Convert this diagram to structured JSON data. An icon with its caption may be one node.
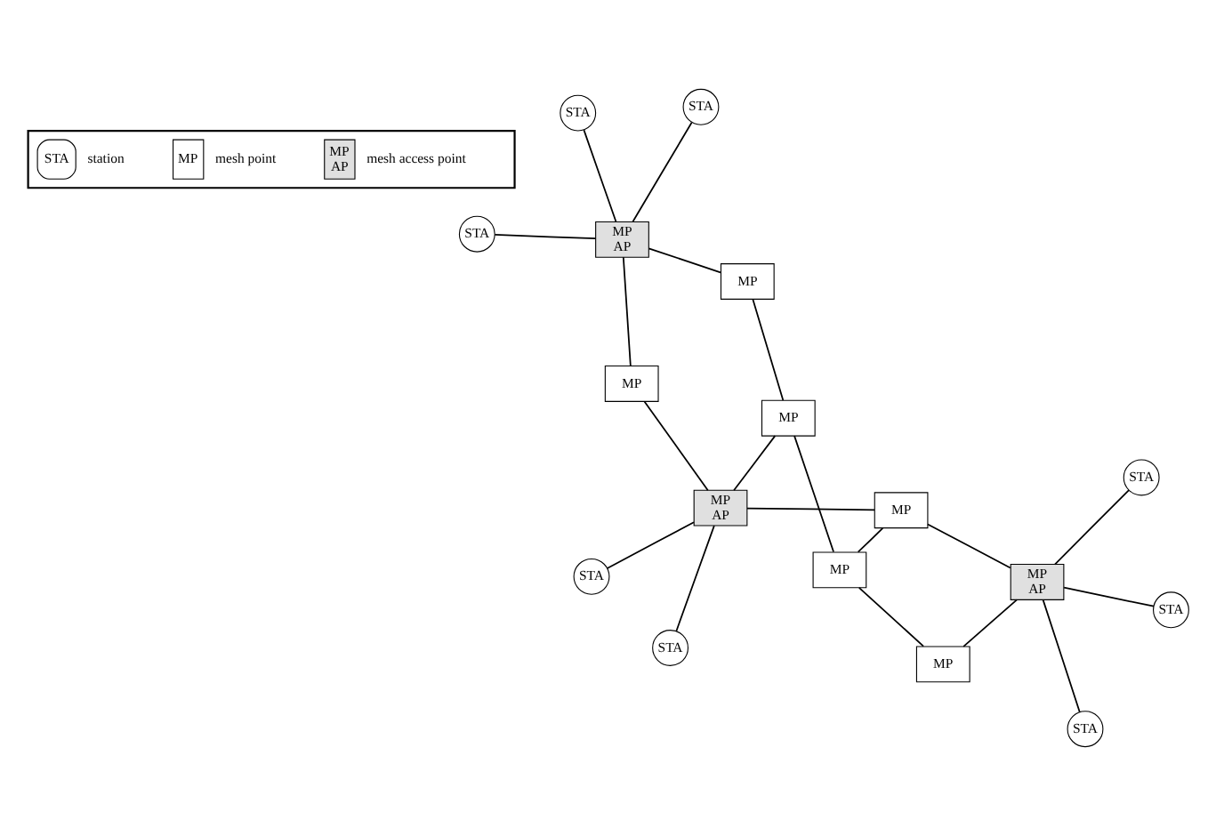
{
  "diagram": {
    "nodes": [
      {
        "text": [
          "MP"
        ]
      },
      {
        "text": [
          "MP",
          "AP"
        ]
      },
      {
        "text": [
          "STA"
        ]
      },
      {
        "text": [
          "STA"
        ]
      },
      {
        "text": [
          "MP",
          "AP"
        ]
      },
      {
        "text": [
          "MP"
        ]
      },
      {
        "text": [
          "MP"
        ]
      },
      {
        "text": [
          "MP"
        ]
      },
      {
        "text": [
          "MP"
        ]
      },
      {
        "text": [
          "MP",
          "AP"
        ]
      },
      {
        "text": [
          "MP"
        ]
      },
      {
        "text": [
          "STA"
        ]
      },
      {
        "text": [
          "STA"
        ]
      },
      {
        "text": [
          "STA"
        ]
      },
      {
        "text": [
          "STA"
        ]
      },
      {
        "text": [
          "STA"
        ]
      },
      {
        "text": [
          "STA"
        ]
      }
    ],
    "edges": [
      {
        "from": 0,
        "to": 1,
        "arrow": "none"
      },
      {
        "from": 0,
        "to": 4,
        "arrow": "none"
      },
      {
        "from": 1,
        "to": 2,
        "arrow": "none"
      },
      {
        "from": 1,
        "to": 3,
        "arrow": "none"
      },
      {
        "from": 1,
        "to": 6,
        "arrow": "none"
      },
      {
        "from": 1,
        "to": 5,
        "arrow": "none"
      },
      {
        "from": 4,
        "to": 7,
        "arrow": "none"
      },
      {
        "from": 4,
        "to": 14,
        "arrow": "none"
      },
      {
        "from": 4,
        "to": 15,
        "arrow": "none"
      },
      {
        "from": 4,
        "to": 16,
        "arrow": "none"
      },
      {
        "from": 7,
        "to": 6,
        "arrow": "none"
      },
      {
        "from": 6,
        "to": 8,
        "arrow": "none"
      },
      {
        "from": 8,
        "to": 5,
        "arrow": "none"
      },
      {
        "from": 8,
        "to": 10,
        "arrow": "none"
      },
      {
        "from": 5,
        "to": 9,
        "arrow": "none"
      },
      {
        "from": 10,
        "to": 9,
        "arrow": "none"
      },
      {
        "from": 9,
        "to": 11,
        "arrow": "none"
      },
      {
        "from": 9,
        "to": 12,
        "arrow": "none"
      },
      {
        "from": 9,
        "to": 13,
        "arrow": "none"
      }
    ],
    "labels": [
      "STA",
      "MP",
      "MP",
      "AP"
    ],
    "legend": [
      {
        "text": "station"
      },
      {
        "text": "mesh point"
      },
      {
        "text": "mesh access point"
      }
    ]
  }
}
